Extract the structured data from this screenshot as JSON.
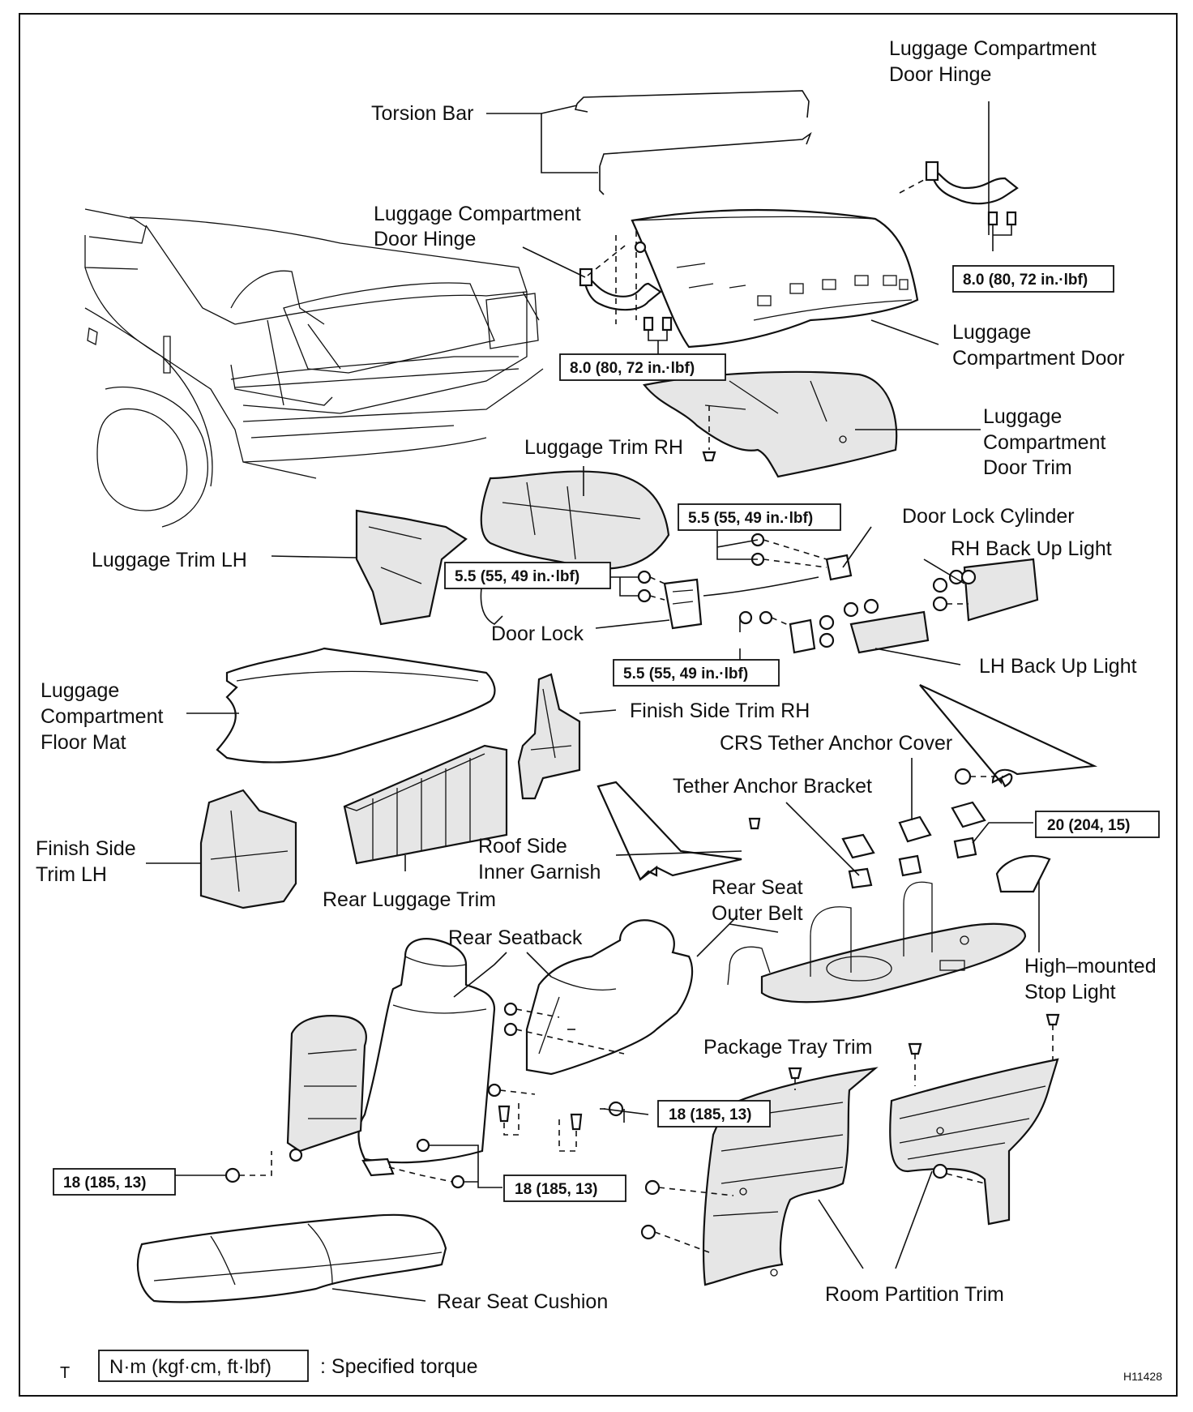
{
  "labels": {
    "torsion_bar": "Torsion Bar",
    "hinge_rh_1": "Luggage Compartment",
    "hinge_rh_2": "Door Hinge",
    "hinge_lh_1": "Luggage Compartment",
    "hinge_lh_2": "Door Hinge",
    "door_1": "Luggage",
    "door_2": "Compartment Door",
    "door_trim_1": "Luggage",
    "door_trim_2": "Compartment",
    "door_trim_3": "Door Trim",
    "trim_rh": "Luggage Trim RH",
    "trim_lh": "Luggage Trim LH",
    "lock_cylinder": "Door Lock Cylinder",
    "rh_back_up": "RH Back Up Light",
    "door_lock": "Door Lock",
    "lh_back_up": "LH Back Up Light",
    "floor_mat_1": "Luggage",
    "floor_mat_2": "Compartment",
    "floor_mat_3": "Floor Mat",
    "finish_rh": "Finish Side Trim RH",
    "crs_cover": "CRS Tether Anchor Cover",
    "tether_bracket": "Tether Anchor Bracket",
    "finish_lh_1": "Finish Side",
    "finish_lh_2": "Trim LH",
    "roof_garnish_1": "Roof Side",
    "roof_garnish_2": "Inner Garnish",
    "rear_luggage_trim": "Rear Luggage Trim",
    "outer_belt_1": "Rear Seat",
    "outer_belt_2": "Outer Belt",
    "seatback": "Rear Seatback",
    "stop_light_1": "High–mounted",
    "stop_light_2": "Stop Light",
    "package_tray": "Package Tray Trim",
    "seat_cushion": "Rear Seat Cushion",
    "partition_trim": "Room Partition Trim"
  },
  "torques": {
    "hinge_right": "8.0 (80, 72 in.·lbf)",
    "hinge_left": "8.0 (80, 72 in.·lbf)",
    "lock_cyl": "5.5 (55, 49 in.·lbf)",
    "door_lock": "5.5 (55, 49 in.·lbf)",
    "back_up": "5.5 (55, 49 in.·lbf)",
    "tether": "20 (204, 15)",
    "seatback": "18 (185, 13)",
    "cushion_left": "18 (185, 13)",
    "cushion_mid": "18 (185, 13)"
  },
  "legend": {
    "unit": "N·m (kgf·cm, ft·lbf)",
    "meaning": ": Specified torque",
    "mark": "T",
    "fig_code": "H11428"
  }
}
